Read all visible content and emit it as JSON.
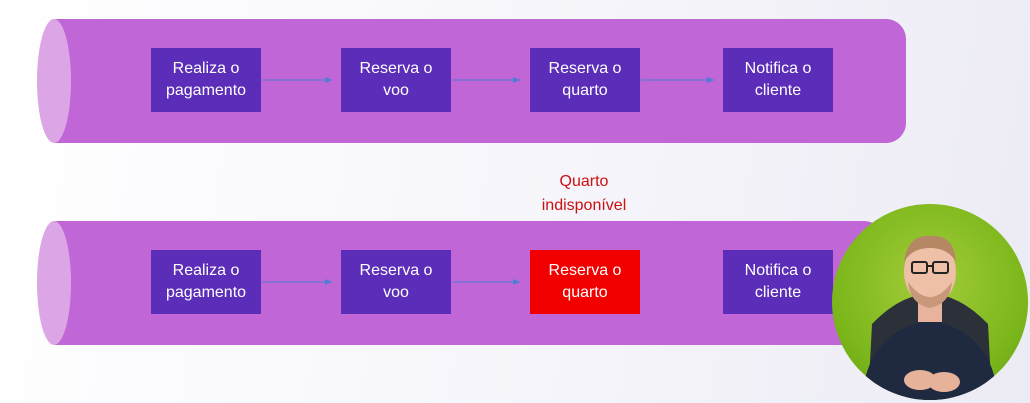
{
  "colors": {
    "pipe": "#c166d7",
    "pipe_cap": "#dca6e6",
    "step": "#5b2db8",
    "step_failed": "#f20000",
    "arrow": "#4a7fd4",
    "failure_text": "#cc1010",
    "presenter_bg": "#7db81c"
  },
  "flows": [
    {
      "steps": [
        {
          "label": "Realiza o\npagamento",
          "status": "ok"
        },
        {
          "label": "Reserva o\nvoo",
          "status": "ok"
        },
        {
          "label": "Reserva o\nquarto",
          "status": "ok"
        },
        {
          "label": "Notifica o\ncliente",
          "status": "ok"
        }
      ]
    },
    {
      "failure_label": "Quarto\nindisponível",
      "steps": [
        {
          "label": "Realiza o\npagamento",
          "status": "ok"
        },
        {
          "label": "Reserva o\nvoo",
          "status": "ok"
        },
        {
          "label": "Reserva o\nquarto",
          "status": "failed"
        },
        {
          "label": "Notifica o\ncliente",
          "status": "ok"
        }
      ]
    }
  ],
  "presenter": {
    "icon": "presenter-webcam-avatar"
  }
}
